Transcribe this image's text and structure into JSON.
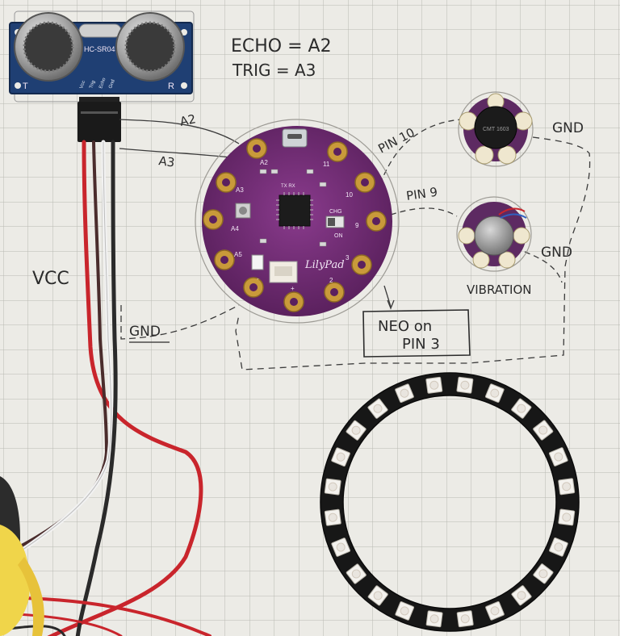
{
  "sensor": {
    "model": "HC-SR04",
    "left_label": "T",
    "right_label": "R",
    "pins": [
      "Vcc",
      "Trig",
      "Echo",
      "Gnd"
    ]
  },
  "notes": {
    "echo": "ECHO = A2",
    "trig": "TRIG = A3",
    "vcc": "VCC",
    "gnd_left": "GND",
    "a2": "A2",
    "a3": "A3",
    "pin10": "PIN 10",
    "pin9": "PIN 9",
    "gnd_buzzer": "GND",
    "gnd_vibration": "GND",
    "vibration": "VIBRATION",
    "neo_line1": "NEO on",
    "neo_line2": "PIN 3"
  },
  "lilypad": {
    "logo": "LilyPad",
    "chg": "CHG",
    "on": "ON",
    "tx_rx": "TX RX",
    "pad_labels": [
      "A2",
      "A3",
      "A4",
      "A5",
      "11",
      "10",
      "9",
      "3",
      "2",
      "+",
      "-"
    ]
  },
  "buzzer": {
    "marking": "CMT 1603"
  },
  "ring": {
    "led_count": 24
  },
  "colors": {
    "paper": "#ecebe6",
    "grid": "#b9b8b2",
    "lilypad_purple": "#6b2a6e",
    "gold_pad": "#c99a3a",
    "wire_red": "#c9252c",
    "wire_white": "#f2f2f2",
    "wire_black": "#2a2a2a",
    "ring_black": "#171717",
    "sensor_blue": "#1f3f73"
  }
}
